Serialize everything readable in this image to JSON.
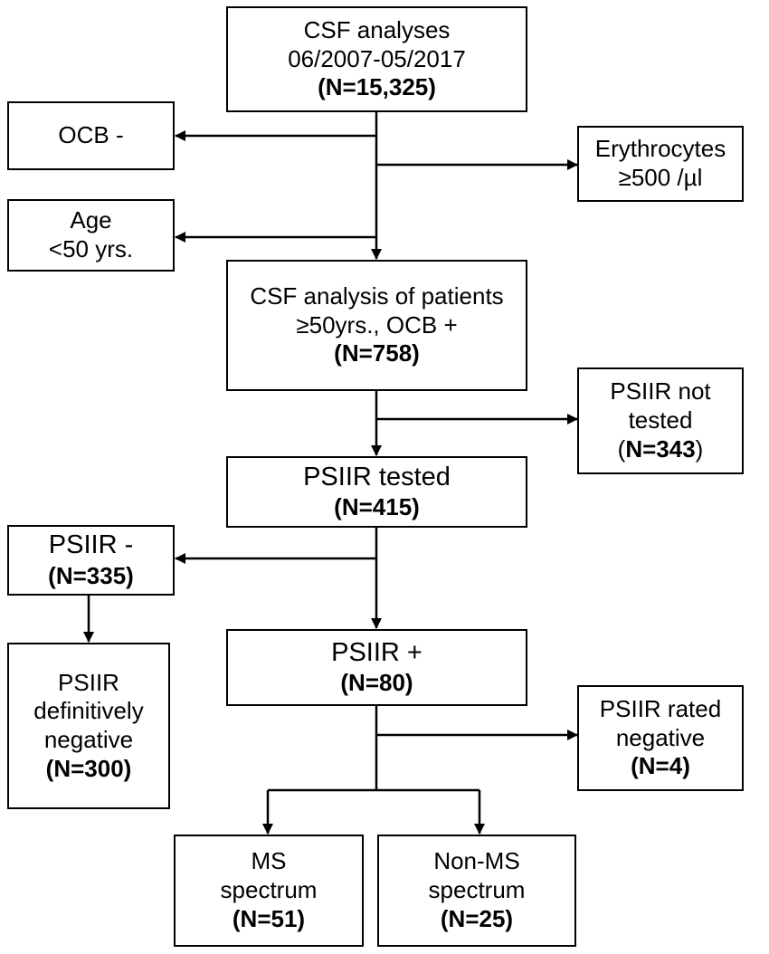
{
  "boxes": {
    "csf_all": {
      "lines": [
        "CSF analyses",
        "06/2007-05/2017"
      ],
      "n": "(N=15,325)"
    },
    "ocb_neg": {
      "lines": [
        "OCB -"
      ]
    },
    "erythrocytes": {
      "lines": [
        "Erythrocytes",
        "≥500 /µl"
      ]
    },
    "age": {
      "lines": [
        "Age",
        "<50 yrs."
      ]
    },
    "csf_50": {
      "lines": [
        "CSF analysis of patients",
        "≥50yrs., OCB +"
      ],
      "n": "(N=758)"
    },
    "psiir_not_tested": {
      "lines": [
        "PSIIR not",
        "tested"
      ],
      "n_open": "(",
      "n": "N=343",
      "n_close": ")"
    },
    "psiir_tested": {
      "lines": [
        "PSIIR tested"
      ],
      "n": "(N=415)"
    },
    "psiir_neg": {
      "lines": [
        "PSIIR -"
      ],
      "n": "(N=335)"
    },
    "psiir_def_neg": {
      "lines": [
        "PSIIR",
        "definitively",
        "negative"
      ],
      "n": "(N=300)"
    },
    "psiir_pos": {
      "lines": [
        "PSIIR +"
      ],
      "n": "(N=80)"
    },
    "psiir_rated_neg": {
      "lines": [
        "PSIIR rated",
        "negative"
      ],
      "n": "(N=4)"
    },
    "ms": {
      "lines": [
        "MS",
        "spectrum"
      ],
      "n": "(N=51)"
    },
    "non_ms": {
      "lines": [
        "Non-MS",
        "spectrum"
      ],
      "n": "(N=25)"
    }
  }
}
